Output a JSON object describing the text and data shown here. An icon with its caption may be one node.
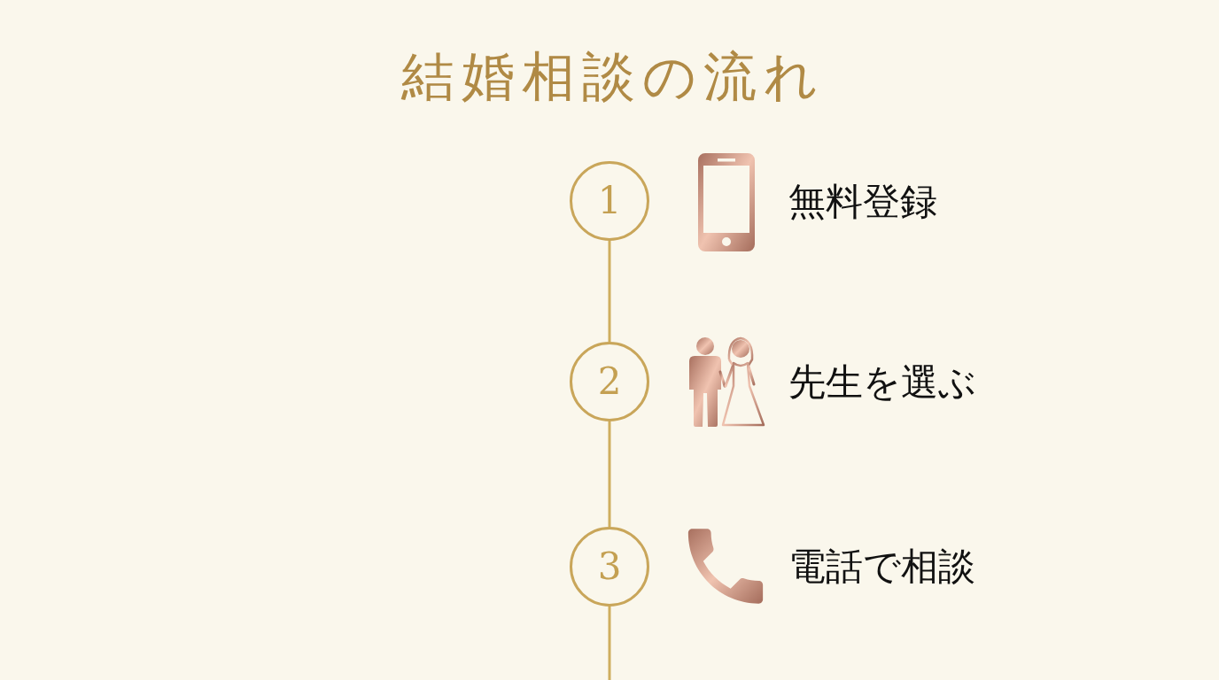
{
  "diagram": {
    "title": "結婚相談の流れ",
    "nodes": [
      {
        "text": [
          "1"
        ],
        "beside": [
          "無料登録"
        ]
      },
      {
        "text": [
          "2"
        ],
        "beside": [
          "先生を選ぶ"
        ]
      },
      {
        "text": [
          "3"
        ],
        "beside": [
          "電話で相談"
        ]
      }
    ],
    "edges": [
      {
        "from": 0,
        "to": 1,
        "arrow": "none"
      },
      {
        "from": 1,
        "to": 2,
        "arrow": "none"
      },
      {
        "from": 2,
        "to": null,
        "arrow": "none"
      }
    ]
  }
}
